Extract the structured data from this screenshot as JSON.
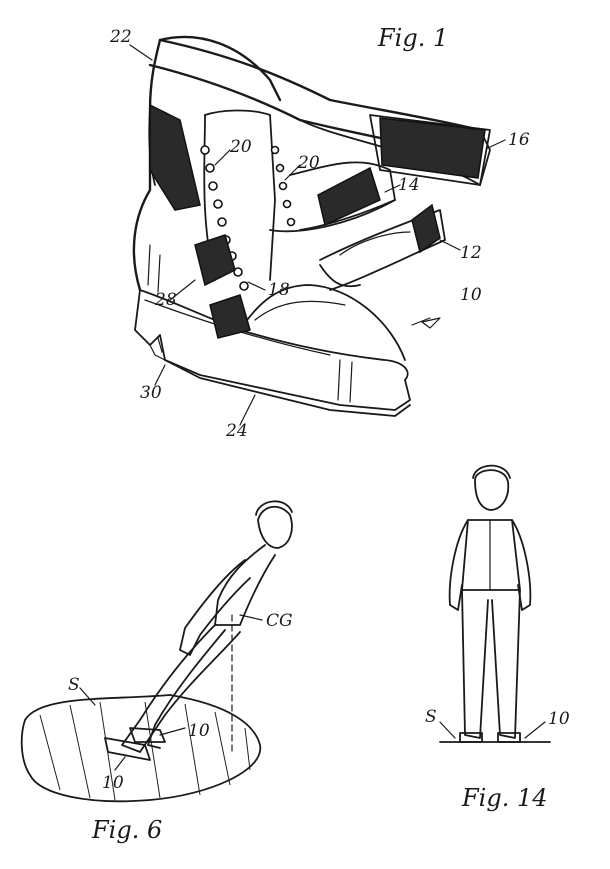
{
  "figures": {
    "fig1": {
      "title": "Fig. 1"
    },
    "fig6": {
      "title": "Fig. 6"
    },
    "fig14": {
      "title": "Fig. 14"
    }
  },
  "reference_numerals": {
    "n22": "22",
    "n20a": "20",
    "n20b": "20",
    "n16": "16",
    "n14": "14",
    "n12": "12",
    "n10_fig1": "10",
    "n28": "28",
    "n18": "18",
    "n30": "30",
    "n24": "24",
    "cg": "CG",
    "s_fig6": "S",
    "n10_fig6a": "10",
    "n10_fig6b": "10",
    "s_fig14": "S",
    "n10_fig14": "10"
  }
}
